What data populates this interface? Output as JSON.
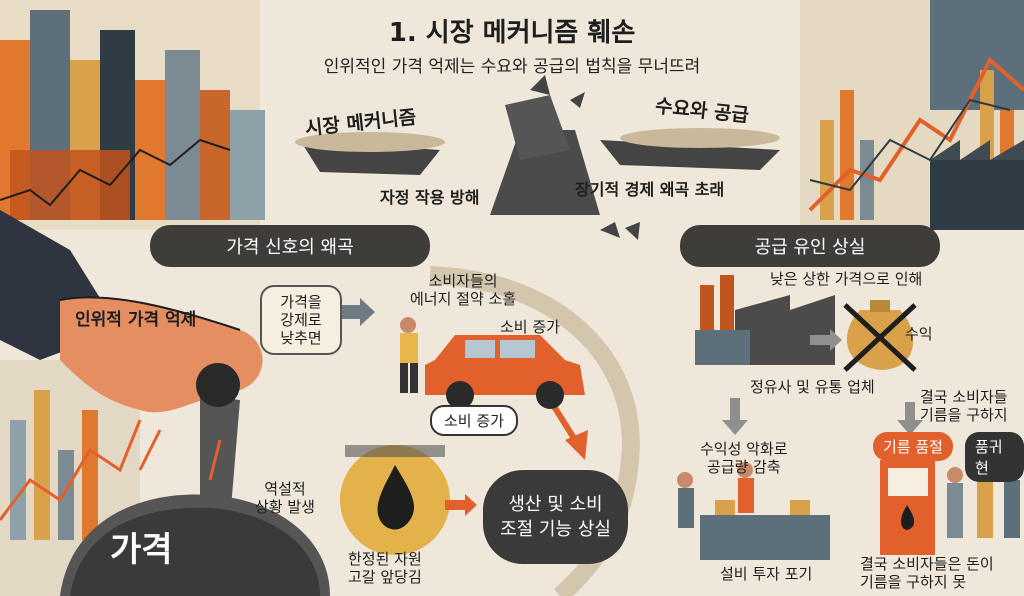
{
  "title": "1. 시장 메커니즘 훼손",
  "subtitle": "인위적인 가격 억제는 수요와 공급의 법칙을 무너뜨려",
  "scale": {
    "left_label": "시장 메커니즘",
    "right_label": "수요와 공급",
    "left_caption": "자정 작용 방해",
    "right_caption": "장기적 경제 왜곡 초래"
  },
  "banners": {
    "price_signal": "가격 신호의 왜곡",
    "supply_incentive": "공급 유인 상실"
  },
  "left_panel": {
    "hand_label": "인위적 가격 억제",
    "lever_label": "가격",
    "force_down_text": "가격을\n강제로\n낮추면",
    "consumer_text": "소비자들의\n에너지 절약 소홀",
    "consumption_up_text": "소비 증가",
    "consumption_up_pill": "소비 증가",
    "paradox_text": "역설적\n상황 발생",
    "resource_text": "한정된 자원\n고갈 앞당김",
    "loss_text": "생산 및 소비\n조절 기능 상실"
  },
  "right_panel": {
    "low_cap_text": "낮은 상한 가격으로 인해",
    "revenue_label": "수익",
    "refiners_text": "정유사 및 유통 업체",
    "supply_cut_text": "수익성 악화로\n공급량 감축",
    "investment_text": "설비 투자 포기",
    "consumers_text": "결국 소비자들\n기름을 구하지",
    "shortage_pill": "기름 품절",
    "shortage_pill2": "품귀 현",
    "bottom_text": "결국 소비자들은 돈이\n기름을 구하지 못"
  },
  "colors": {
    "orange": "#e2602c",
    "dark": "#3f3d3a",
    "beige": "#efe8da"
  }
}
